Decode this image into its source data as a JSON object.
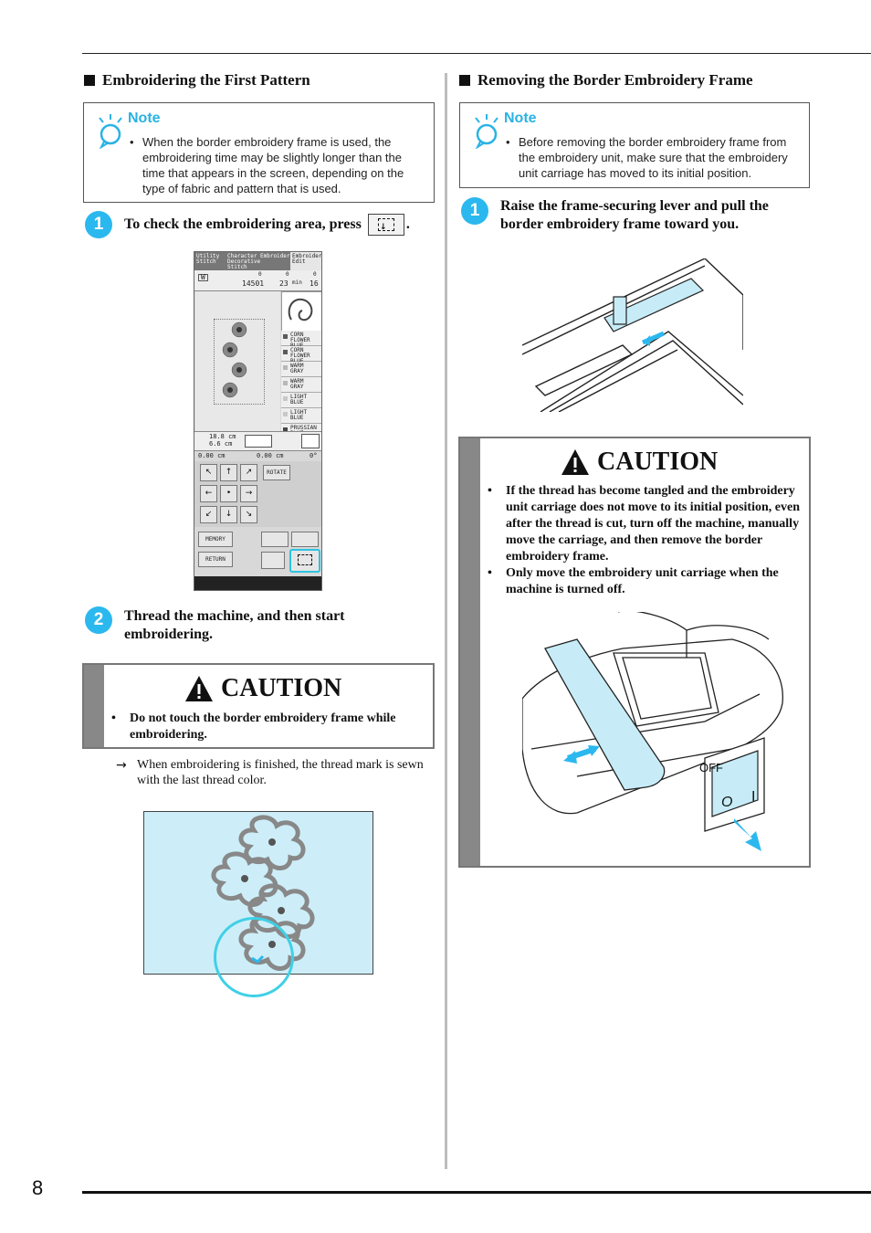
{
  "page": {
    "number": "8"
  },
  "left": {
    "heading": "Embroidering the First Pattern",
    "note": {
      "title": "Note",
      "items": [
        "When the border embroidery frame is used, the embroidering time may be slightly longer than the time that appears in the screen, depending on the type of fabric and pattern that is used."
      ]
    },
    "step1": {
      "num": "1",
      "text": "To check the embroidering area, press",
      "suffix": "."
    },
    "screen": {
      "tabs": [
        "Utility Stitch",
        "Character Decorative Stitch",
        "Embroidery",
        "Embroidery Edit"
      ],
      "stitch_count": "14501",
      "stitch_zero": "0",
      "time_total": "23",
      "time_zero": "0",
      "time_unit": "min",
      "color_count": "16",
      "color_zero": "0",
      "colors": [
        {
          "name": "CORN FLOWER BLUE",
          "color": "#5a5a5a"
        },
        {
          "name": "CORN FLOWER BLUE",
          "color": "#5a5a5a"
        },
        {
          "name": "WARM GRAY",
          "color": "#b8b8b8"
        },
        {
          "name": "WARM GRAY",
          "color": "#b8b8b8"
        },
        {
          "name": "LIGHT BLUE",
          "color": "#c8c8c8"
        },
        {
          "name": "LIGHT BLUE",
          "color": "#c8c8c8"
        },
        {
          "name": "PRUSSIAN BLUE",
          "color": "#444444"
        }
      ],
      "size_h": "18.8 cm",
      "size_w": "6.6 cm",
      "offset_x": "0.00 cm",
      "offset_y": "0.00 cm",
      "angle": "0°",
      "rotate_label": "ROTATE",
      "memory_label": "MEMORY",
      "return_label": "RETURN"
    },
    "step2": {
      "num": "2",
      "text": "Thread the machine, and then start embroidering."
    },
    "caution": {
      "title": "CAUTION",
      "items": [
        "Do not touch the border embroidery frame while embroidering."
      ]
    },
    "result": {
      "arrow": "→",
      "text": "When embroidering is finished, the thread mark is sewn with the last thread color."
    }
  },
  "right": {
    "heading": "Removing the Border Embroidery Frame",
    "note": {
      "title": "Note",
      "items": [
        "Before removing the border embroidery frame from the embroidery unit, make sure that the embroidery unit carriage has moved to its initial position."
      ]
    },
    "step1": {
      "num": "1",
      "text": "Raise the frame-securing lever and pull the border embroidery frame toward you."
    },
    "caution": {
      "title": "CAUTION",
      "items": [
        "If the thread has become tangled and the embroidery unit carriage does not move to its initial position, even after the thread is cut, turn off the machine, manually move the carriage, and then remove the border embroidery frame.",
        "Only move the embroidery unit carriage when the machine is turned off."
      ],
      "switch_label": "OFF",
      "switch_off": "O",
      "switch_on": "I"
    }
  },
  "colors": {
    "accent": "#2bb8ee",
    "caution_bar": "#888888",
    "fabric": "#cdeef8"
  }
}
